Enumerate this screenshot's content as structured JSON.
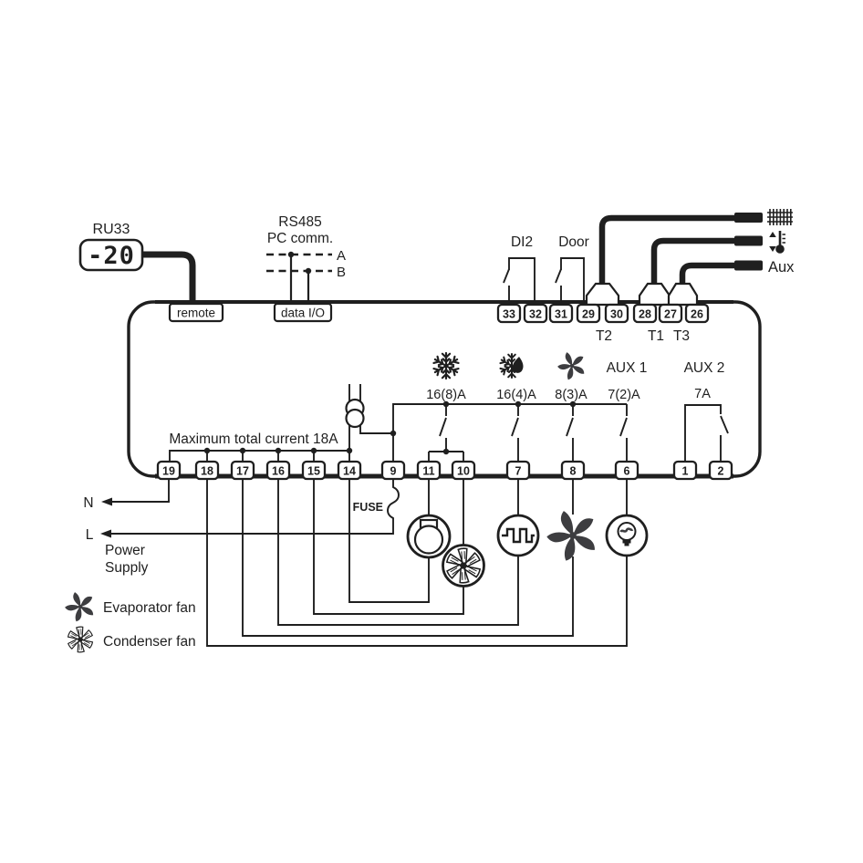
{
  "colors": {
    "ink": "#1f1f1f",
    "fan_fill": "#3d3d40",
    "background": "#ffffff"
  },
  "remote_display": {
    "model": "RU33",
    "value": "-20",
    "port_label": "remote"
  },
  "comm": {
    "title": "RS485",
    "subtitle": "PC comm.",
    "line_a": "A",
    "line_b": "B",
    "port_label": "data I/O"
  },
  "digital_inputs": {
    "di2": "DI2",
    "door": "Door"
  },
  "probes": {
    "t2": "T2",
    "t1": "T1",
    "t3": "T3",
    "aux": "Aux"
  },
  "top_terminals": [
    "33",
    "32",
    "31",
    "29",
    "30",
    "28",
    "27",
    "26"
  ],
  "bottom_terminals": [
    "19",
    "18",
    "17",
    "16",
    "15",
    "14",
    "9",
    "11",
    "10",
    "7",
    "8",
    "6",
    "1",
    "2"
  ],
  "outputs": {
    "compressor_rating": "16(8)A",
    "defrost_rating": "16(4)A",
    "fan_rating": "8(3)A",
    "aux1_label": "AUX 1",
    "aux1_rating": "7(2)A",
    "aux2_label": "AUX 2",
    "aux2_rating": "7A"
  },
  "annotations": {
    "max_current": "Maximum total current 18A",
    "fuse": "FUSE"
  },
  "power": {
    "neutral": "N",
    "line": "L",
    "label_line1": "Power",
    "label_line2": "Supply"
  },
  "legend": {
    "evaporator_fan": "Evaporator fan",
    "condenser_fan": "Condenser fan"
  },
  "icons": {
    "snowflake-icon": "six-arm snowflake (cooling/compressor output)",
    "defrost-icon": "half snowflake with water droplet",
    "fan-icon": "filled five-blade fan",
    "condenser-fan-icon": "outlined six-sail pinwheel",
    "coil-icon": "evaporator coil grid",
    "thermometer-icon": "thermometer with up/down arrows",
    "compressor-icon": "circle with motor and terminal box",
    "heater-icon": "square-wave in circle (defrost heater)",
    "lamp-icon": "light bulb in circle",
    "transformer-icon": "two overlapping circles",
    "fuse-icon": "s-curve wire"
  }
}
